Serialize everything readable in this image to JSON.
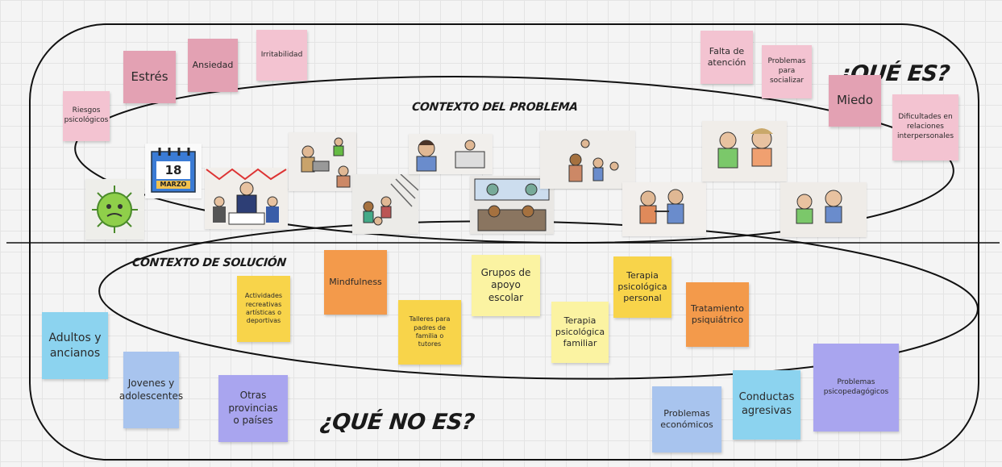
{
  "sections": {
    "what_is": "¿QUÉ ES?",
    "what_is_not": "¿QUÉ NO ES?",
    "problem_context": "CONTEXTO DEL PROBLEMA",
    "solution_context": "CONTEXTO DE SOLUCIÓN"
  },
  "notes": {
    "riesgos": "Riesgos\npsicológicos",
    "estres": "Estrés",
    "ansiedad": "Ansiedad",
    "irritabilidad": "Irritabilidad",
    "falta_atencion": "Falta de\natención",
    "problemas_socializar": "Problemas\npara\nsocializar",
    "miedo": "Miedo",
    "dificultades": "Dificultades en\nrelaciones\ninterpersonales",
    "actividades": "Actividades\nrecreativas\nartísticas o\ndeportivas",
    "mindfulness": "Mindfulness",
    "talleres": "Talleres para\npadres de\nfamilia o\ntutores",
    "grupos": "Grupos de\napoyo\nescolar",
    "terapia_familiar": "Terapia\npsicológica\nfamiliar",
    "terapia_personal": "Terapia\npsicológica\npersonal",
    "tratamiento": "Tratamiento\npsiquiátrico",
    "adultos": "Adultos y\nancianos",
    "jovenes": "Jovenes y\nadolescentes",
    "otras": "Otras\nprovincias\no países",
    "economicos": "Problemas\neconómicos",
    "conductas": "Conductas\nagresivas",
    "psicopedagogicos": "Problemas\npsicopedagógicos"
  },
  "drawings": {
    "calendar_day": "18",
    "calendar_month": "MARZO"
  },
  "colors": {
    "pink": "#f3c3d1",
    "rose": "#e3a1b3",
    "orange": "#f39a4b",
    "yellow": "#f8d44a",
    "light_yellow": "#fbf3a2",
    "blue": "#8cd3ef",
    "periwinkle": "#a8c4ee",
    "purple": "#a9a5ef",
    "outline": "#111111"
  }
}
